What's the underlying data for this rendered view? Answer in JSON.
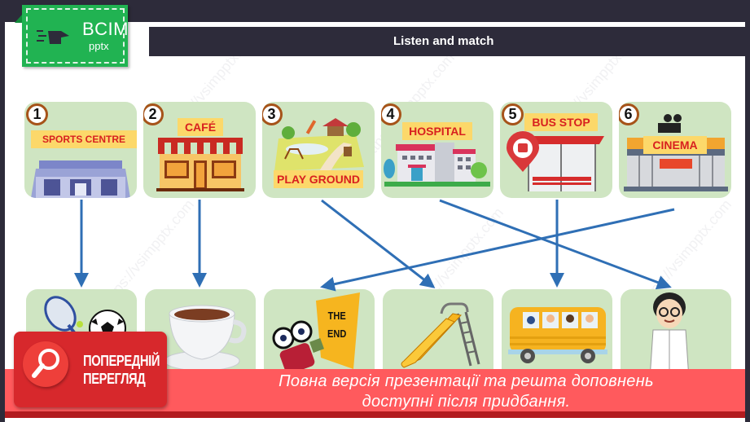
{
  "logo": {
    "brand": "BCIM",
    "sub": "pptx"
  },
  "header": {
    "title": "Listen and match"
  },
  "places": [
    {
      "number": "1",
      "label": "SPORTS CENTRE"
    },
    {
      "number": "2",
      "label": "CAFÉ"
    },
    {
      "number": "3",
      "label": "PLAY GROUND"
    },
    {
      "number": "4",
      "label": "HOSPITAL"
    },
    {
      "number": "5",
      "label": "BUS STOP"
    },
    {
      "number": "6",
      "label": "CINEMA"
    }
  ],
  "pictures": [
    {
      "name": "tennis-racket-and-football"
    },
    {
      "name": "coffee-cup"
    },
    {
      "name": "film-projector-the-end",
      "text_line1": "THE",
      "text_line2": "END"
    },
    {
      "name": "slide"
    },
    {
      "name": "school-bus"
    },
    {
      "name": "doctor"
    }
  ],
  "matches": [
    {
      "from": "1",
      "to": "tennis-racket-and-football"
    },
    {
      "from": "2",
      "to": "coffee-cup"
    },
    {
      "from": "3",
      "to": "slide"
    },
    {
      "from": "4",
      "to": "doctor"
    },
    {
      "from": "5",
      "to": "school-bus"
    },
    {
      "from": "6",
      "to": "film-projector-the-end"
    }
  ],
  "colors": {
    "arrow": "#2f6fb5",
    "card": "#cfe5c2",
    "label_bg": "#fcd86a",
    "label_text": "#d8201f",
    "banner": "#ff5a5d",
    "badge": "#d7282c"
  },
  "preview_badge": {
    "line1": "ПОПЕРЕДНІЙ",
    "line2": "ПЕРЕГЛЯД"
  },
  "banner": {
    "line1": "Повна версія презентації та решта доповнень",
    "line2": "доступні після придбання."
  },
  "watermark": "https://vsimpptx.com"
}
